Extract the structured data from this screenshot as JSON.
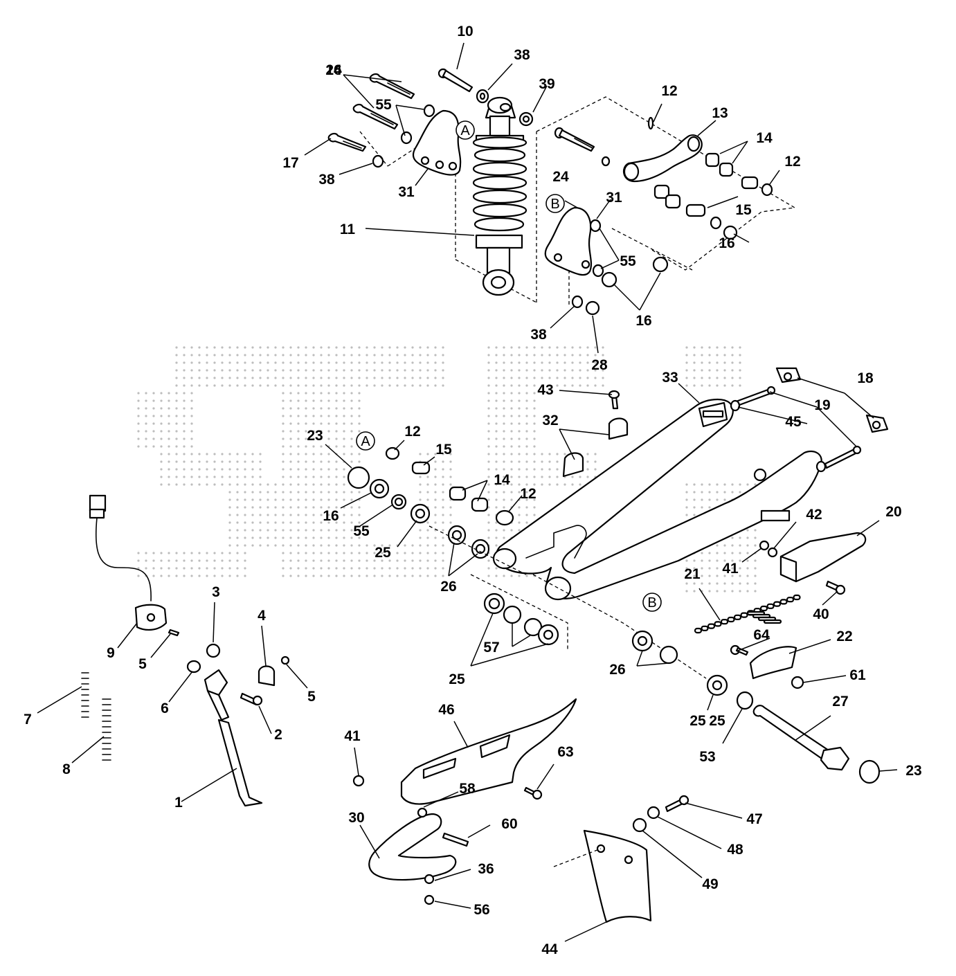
{
  "callouts": [
    "1",
    "2",
    "3",
    "4",
    "5",
    "5",
    "6",
    "7",
    "8",
    "9",
    "10",
    "11",
    "12",
    "12",
    "12",
    "12",
    "13",
    "14",
    "14",
    "15",
    "15",
    "16",
    "16",
    "16",
    "16",
    "17",
    "18",
    "19",
    "20",
    "21",
    "22",
    "23",
    "23",
    "24",
    "24",
    "25",
    "25",
    "25",
    "25",
    "26",
    "26",
    "27",
    "28",
    "30",
    "31",
    "31",
    "32",
    "33",
    "36",
    "38",
    "38",
    "38",
    "39",
    "40",
    "41",
    "41",
    "42",
    "43",
    "44",
    "45",
    "46",
    "47",
    "48",
    "49",
    "53",
    "55",
    "55",
    "55",
    "56",
    "57",
    "58",
    "60",
    "61",
    "63",
    "64"
  ],
  "markers": [
    "A",
    "B",
    "A",
    "B"
  ]
}
